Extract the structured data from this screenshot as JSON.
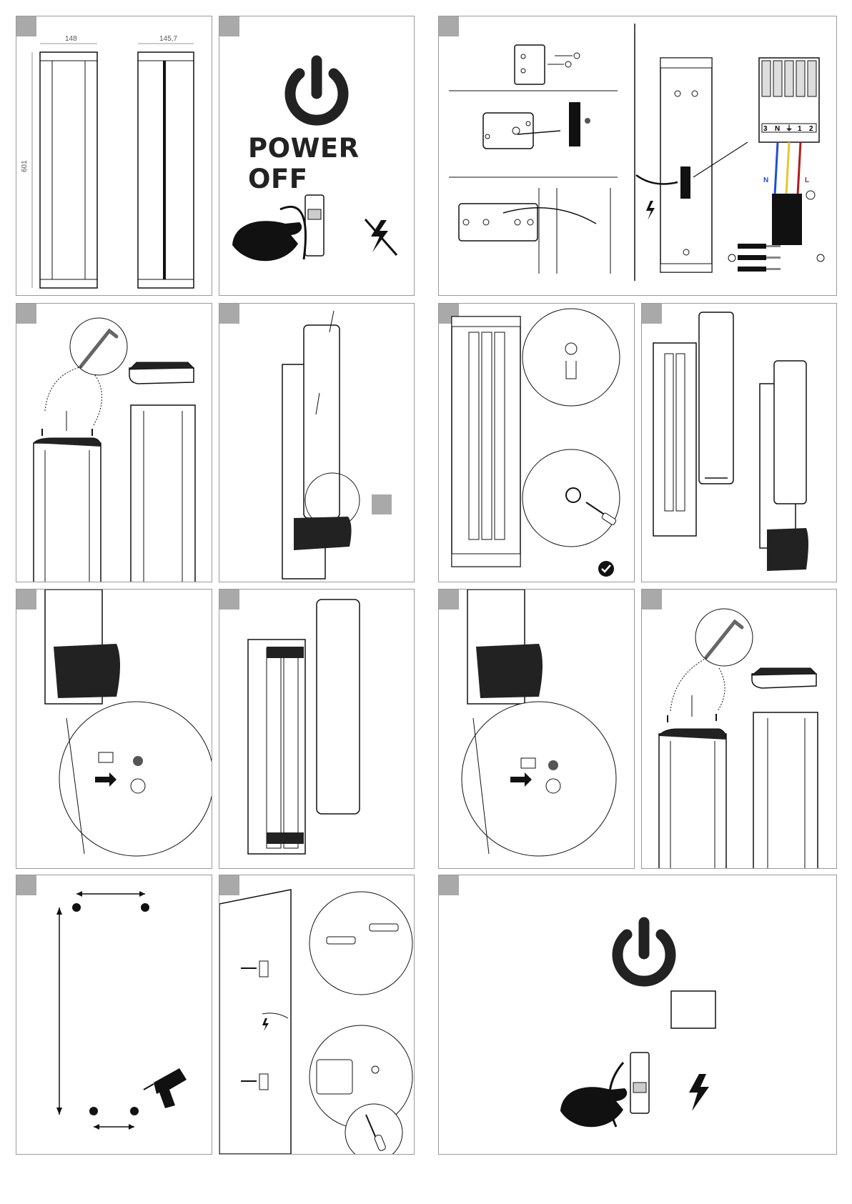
{
  "title_power_off": "POWER OFF",
  "dimensions": {
    "width_front": "148",
    "width_side": "145,7",
    "height": "601"
  },
  "terminal": {
    "labels": [
      "3",
      "N",
      "⏚",
      "1",
      "2"
    ],
    "neutral": "N",
    "live": "L"
  },
  "colors": {
    "neutral": "#1e4fd8",
    "live": "#b01c1c",
    "earth": "#e7c72a",
    "frame": "#9a9a9a",
    "badge": "#a9a9a9"
  },
  "icons": [
    "power-icon",
    "lightning-icon",
    "no-power-icon",
    "hex-key-icon",
    "drill-icon",
    "screwdriver-icon",
    "check-icon",
    "earth-symbol-icon"
  ]
}
